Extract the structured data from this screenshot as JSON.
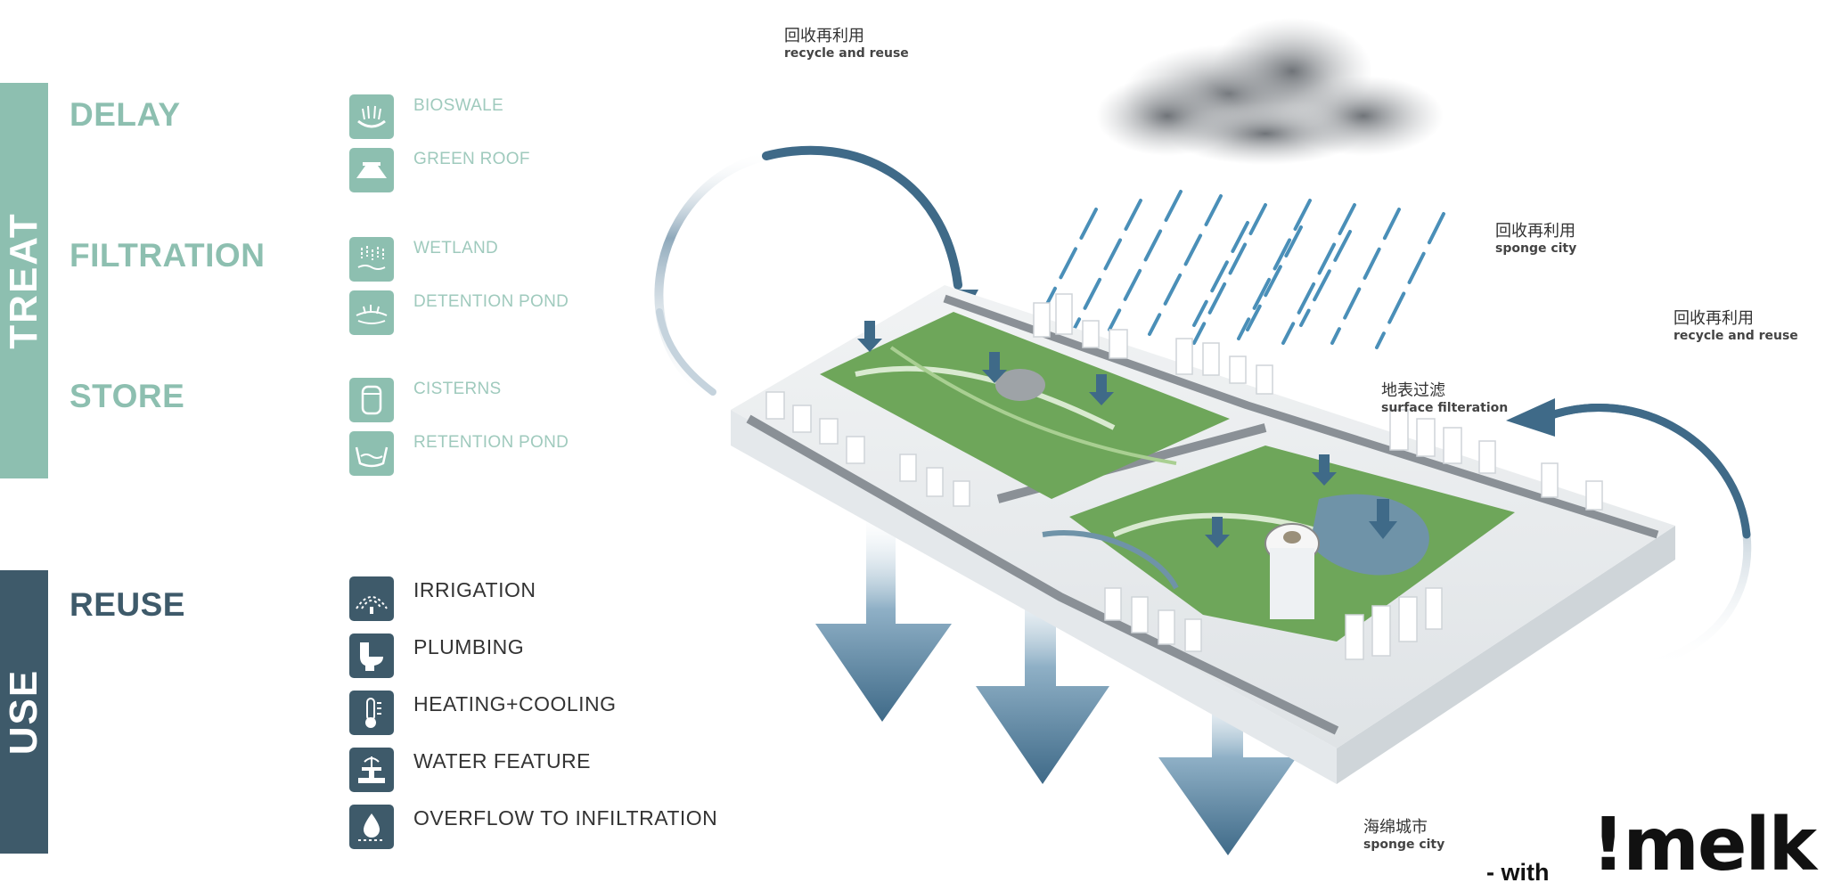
{
  "colors": {
    "treat": "#8dbfb0",
    "use": "#3e5a6a",
    "treat_text": "#9fcabd",
    "use_text": "#333333",
    "flow_arrow": "#3f6a88",
    "green": "#6ea65a"
  },
  "legend": {
    "treat": {
      "bar_label": "TREAT",
      "groups": [
        {
          "title": "DELAY",
          "items": [
            {
              "label": "BIOSWALE",
              "icon": "bioswale-icon"
            },
            {
              "label": "GREEN ROOF",
              "icon": "green-roof-icon"
            }
          ]
        },
        {
          "title": "FILTRATION",
          "items": [
            {
              "label": "WETLAND",
              "icon": "wetland-icon"
            },
            {
              "label": "DETENTION POND",
              "icon": "detention-pond-icon"
            }
          ]
        },
        {
          "title": "STORE",
          "items": [
            {
              "label": "CISTERNS",
              "icon": "cistern-icon"
            },
            {
              "label": "RETENTION POND",
              "icon": "retention-pond-icon"
            }
          ]
        }
      ]
    },
    "use": {
      "bar_label": "USE",
      "groups": [
        {
          "title": "REUSE",
          "items": [
            {
              "label": "IRRIGATION",
              "icon": "irrigation-icon"
            },
            {
              "label": "PLUMBING",
              "icon": "toilet-icon"
            },
            {
              "label": "HEATING+COOLING",
              "icon": "thermometer-icon"
            },
            {
              "label": "WATER FEATURE",
              "icon": "fountain-icon"
            },
            {
              "label": "OVERFLOW TO INFILTRATION",
              "icon": "water-drop-icon"
            }
          ]
        }
      ]
    }
  },
  "annotations": {
    "top_recycle": {
      "zh": "回收再利用",
      "en": "recycle and reuse"
    },
    "mid_sponge": {
      "zh": "回收再利用",
      "en": "sponge city"
    },
    "right_recycle": {
      "zh": "回收再利用",
      "en": "recycle and reuse"
    },
    "surface": {
      "zh": "地表过滤",
      "en": "surface filteration"
    },
    "bottom_sponge": {
      "zh": "海绵城市",
      "en": "sponge city"
    }
  },
  "credit": {
    "prefix": "- with",
    "logo": "!melk"
  }
}
